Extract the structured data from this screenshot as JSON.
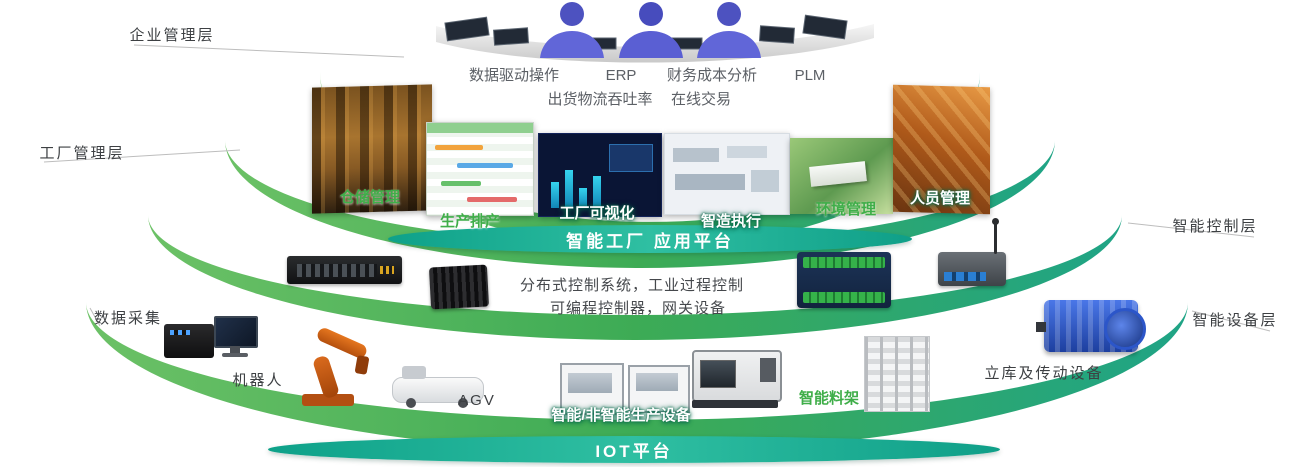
{
  "diagram": {
    "layer_labels": {
      "enterprise": "企业管理层",
      "factory": "工厂管理层",
      "control": "智能控制层",
      "device": "智能设备层"
    },
    "bands": {
      "app_platform": "智能工厂 应用平台",
      "iot_platform": "IOT平台"
    },
    "enterprise_row1": [
      "数据驱动操作",
      "ERP",
      "财务成本分析",
      "PLM"
    ],
    "enterprise_row2": [
      "出货物流吞吐率",
      "在线交易"
    ],
    "factory_items": [
      "仓储管理",
      "生产排产",
      "工厂可视化",
      "智造执行",
      "环境管理",
      "人员管理"
    ],
    "control_lines": [
      "分布式控制系统，工业过程控制",
      "可编程控制器，网关设备"
    ],
    "device_items": [
      "数据采集",
      "机器人",
      "AGV",
      "智能/非智能生产设备",
      "智能料架",
      "立库及传动设备"
    ],
    "colors": {
      "arc_green": "#4faf52",
      "arc_teal": "#20a487",
      "band_teal": "#14a68c",
      "label_green": "#3fae49",
      "person_purple": "#6166d8"
    }
  }
}
